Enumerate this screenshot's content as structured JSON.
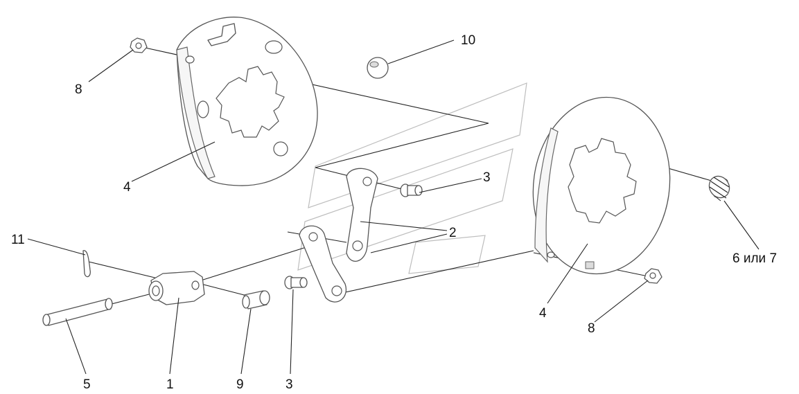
{
  "callouts": {
    "c1": "1",
    "c2": "2",
    "c3_top": "3",
    "c3_bottom": "3",
    "c4_left": "4",
    "c4_right": "4",
    "c5": "5",
    "c6_7": "6 или 7",
    "c8_top": "8",
    "c8_bottom": "8",
    "c9": "9",
    "c10": "10",
    "c11": "11"
  }
}
